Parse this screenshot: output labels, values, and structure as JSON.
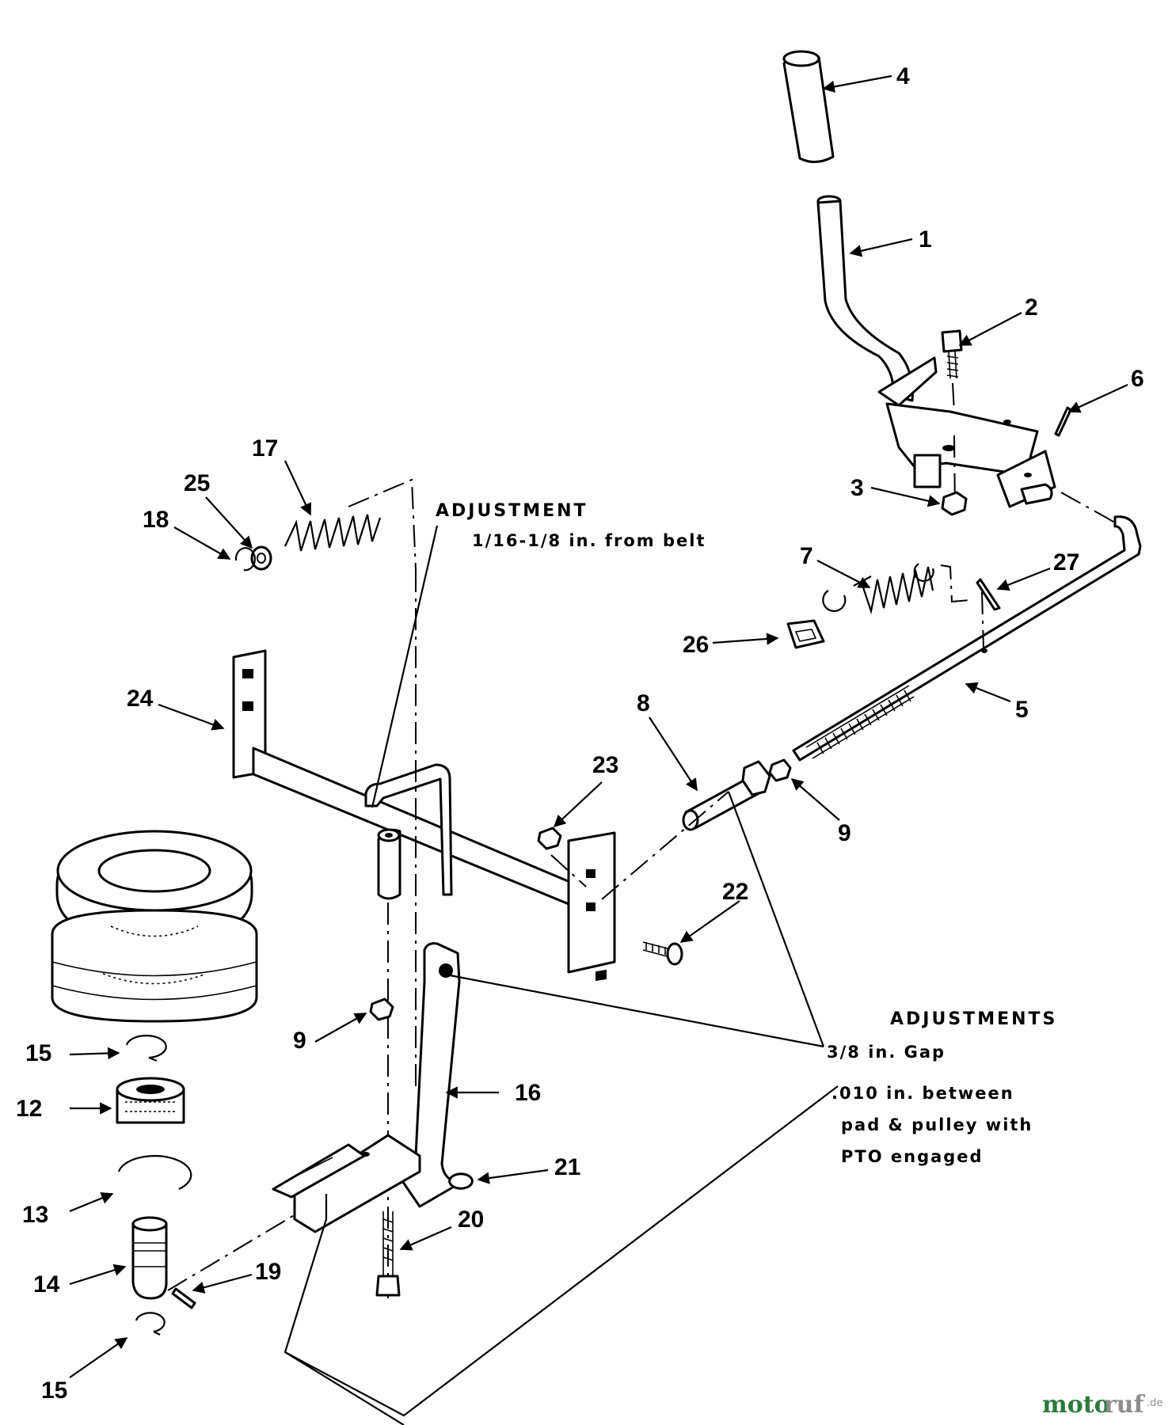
{
  "callouts": [
    "4",
    "1",
    "2",
    "6",
    "3",
    "7",
    "27",
    "26",
    "5",
    "17",
    "25",
    "18",
    "24",
    "8",
    "23",
    "9",
    "22",
    "15",
    "12",
    "13",
    "14",
    "19",
    "16",
    "21",
    "20",
    "9",
    "15"
  ],
  "notes": {
    "adjustment_title": "ADJUSTMENT",
    "adjustment_value": "1/16-1/8 in. from belt",
    "adjustments_title": "ADJUSTMENTS",
    "gap": "3/8 in. Gap",
    "line1": ".010 in. between",
    "line2": "pad & pulley with",
    "line3": "PTO engaged"
  },
  "watermark": {
    "part1": "moto",
    "part2": "ruf",
    "suffix": ".de"
  }
}
